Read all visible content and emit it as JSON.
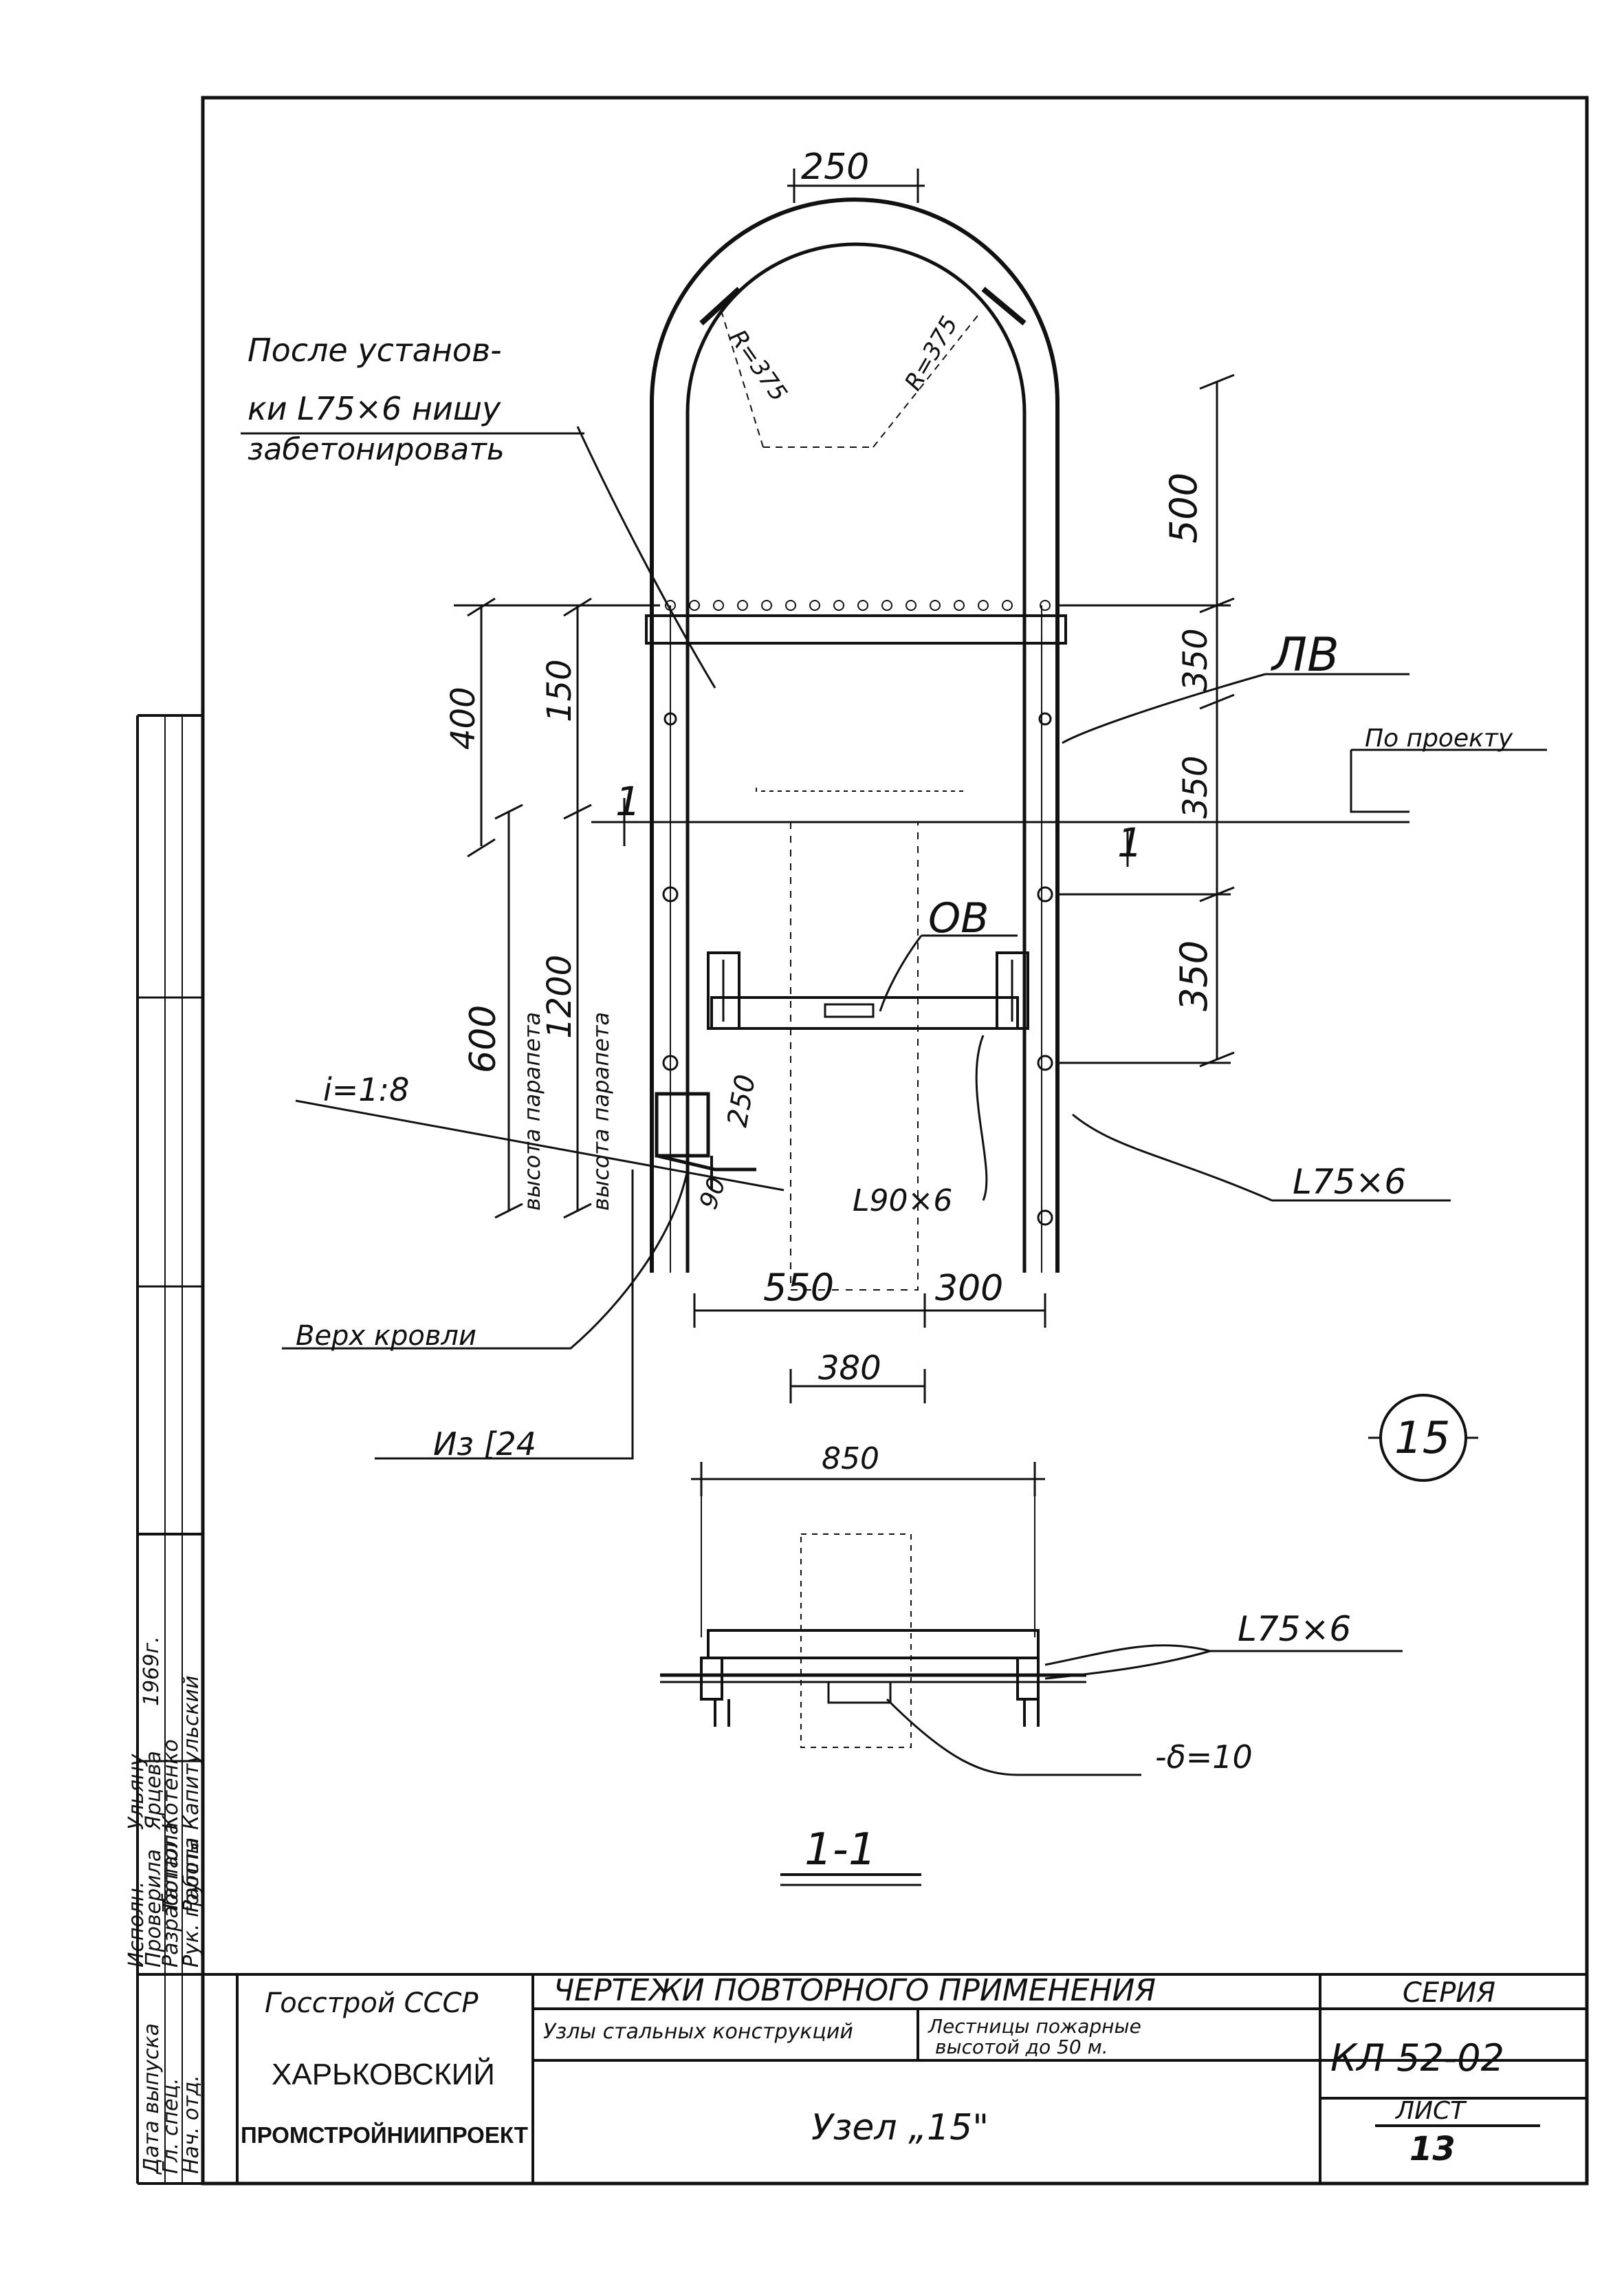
{
  "drawing": {
    "dimensions": {
      "d250": "250",
      "r375_left": "R=375",
      "r375_right": "R=375",
      "d500": "500",
      "d350_a": "350",
      "d350_b": "350",
      "d350_c": "350",
      "d400": "400",
      "d150": "150",
      "d600": "600",
      "d1200": "1200",
      "d250_small": "250",
      "d90": "90",
      "d550": "550",
      "d300": "300",
      "d380": "380",
      "d850": "850"
    },
    "labels": {
      "note_line1": "После установ-",
      "note_line2": "ки L75×6 нишу",
      "note_line3": "забетонировать",
      "lv": "ЛВ",
      "by_project": "По проекту",
      "ov": "ОВ",
      "slope": "i=1:8",
      "parapet_600": "высота парапета",
      "parapet_1200": "высота парапета",
      "angle_l75_top": "L75×6",
      "angle_l90": "L90×6",
      "roof_top": "Верх кровли",
      "channel": "Из [24",
      "section_mark_left": "1",
      "section_mark_right": "1",
      "node_number": "15",
      "angle_l75_section": "L75×6",
      "plate": "-δ=10",
      "section_title": "1-1"
    },
    "title_block": {
      "org_line1": "Госстрой СССР",
      "org_line2": "ХАРЬКОВСКИЙ",
      "org_line3": "ПРОМСТРОЙНИИПРОЕКТ",
      "header": "ЧЕРТЕЖИ ПОВТОРНОГО ПРИМЕНЕНИЯ",
      "sub_left": "Узлы стальных конструкций",
      "sub_right_1": "Лестницы пожарные",
      "sub_right_2": "высотой до 50 м.",
      "series_label": "СЕРИЯ",
      "series_value": "КЛ 52-02",
      "sheet_label": "ЛИСТ",
      "sheet_value": "13",
      "node_name": "Узел „15\""
    },
    "signature_block": {
      "roles": [
        "Рук. группы",
        "Разработал",
        "Проверила",
        "Исполн."
      ],
      "names": [
        "Капитульский",
        "Котенко",
        "Ярцева",
        "Ульяну"
      ],
      "roles2": [
        "Нач. отд.",
        "Гл. спец.",
        "Дата выпуска"
      ],
      "names2": [
        "Работа",
        "Талпола",
        "1969г."
      ]
    }
  }
}
